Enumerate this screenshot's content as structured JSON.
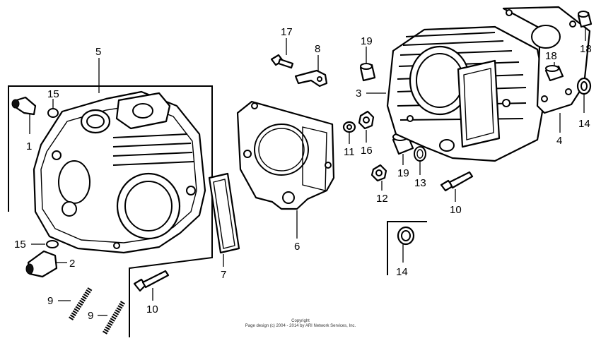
{
  "diagram": {
    "callouts": [
      {
        "id": "1",
        "label": "1"
      },
      {
        "id": "2",
        "label": "2"
      },
      {
        "id": "3",
        "label": "3"
      },
      {
        "id": "4",
        "label": "4"
      },
      {
        "id": "5",
        "label": "5"
      },
      {
        "id": "6",
        "label": "6"
      },
      {
        "id": "7",
        "label": "7"
      },
      {
        "id": "8",
        "label": "8"
      },
      {
        "id": "9a",
        "label": "9"
      },
      {
        "id": "9b",
        "label": "9"
      },
      {
        "id": "10a",
        "label": "10"
      },
      {
        "id": "10b",
        "label": "10"
      },
      {
        "id": "11",
        "label": "11"
      },
      {
        "id": "12",
        "label": "12"
      },
      {
        "id": "13",
        "label": "13"
      },
      {
        "id": "14a",
        "label": "14"
      },
      {
        "id": "14b",
        "label": "14"
      },
      {
        "id": "15a",
        "label": "15"
      },
      {
        "id": "15b",
        "label": "15"
      },
      {
        "id": "16",
        "label": "16"
      },
      {
        "id": "17",
        "label": "17"
      },
      {
        "id": "18a",
        "label": "18"
      },
      {
        "id": "18b",
        "label": "18"
      },
      {
        "id": "19a",
        "label": "19"
      },
      {
        "id": "19b",
        "label": "19"
      }
    ],
    "copyright_line1": "Copyright",
    "copyright_line2": "Page design (c) 2004 - 2014 by ARI Network Services, Inc."
  }
}
